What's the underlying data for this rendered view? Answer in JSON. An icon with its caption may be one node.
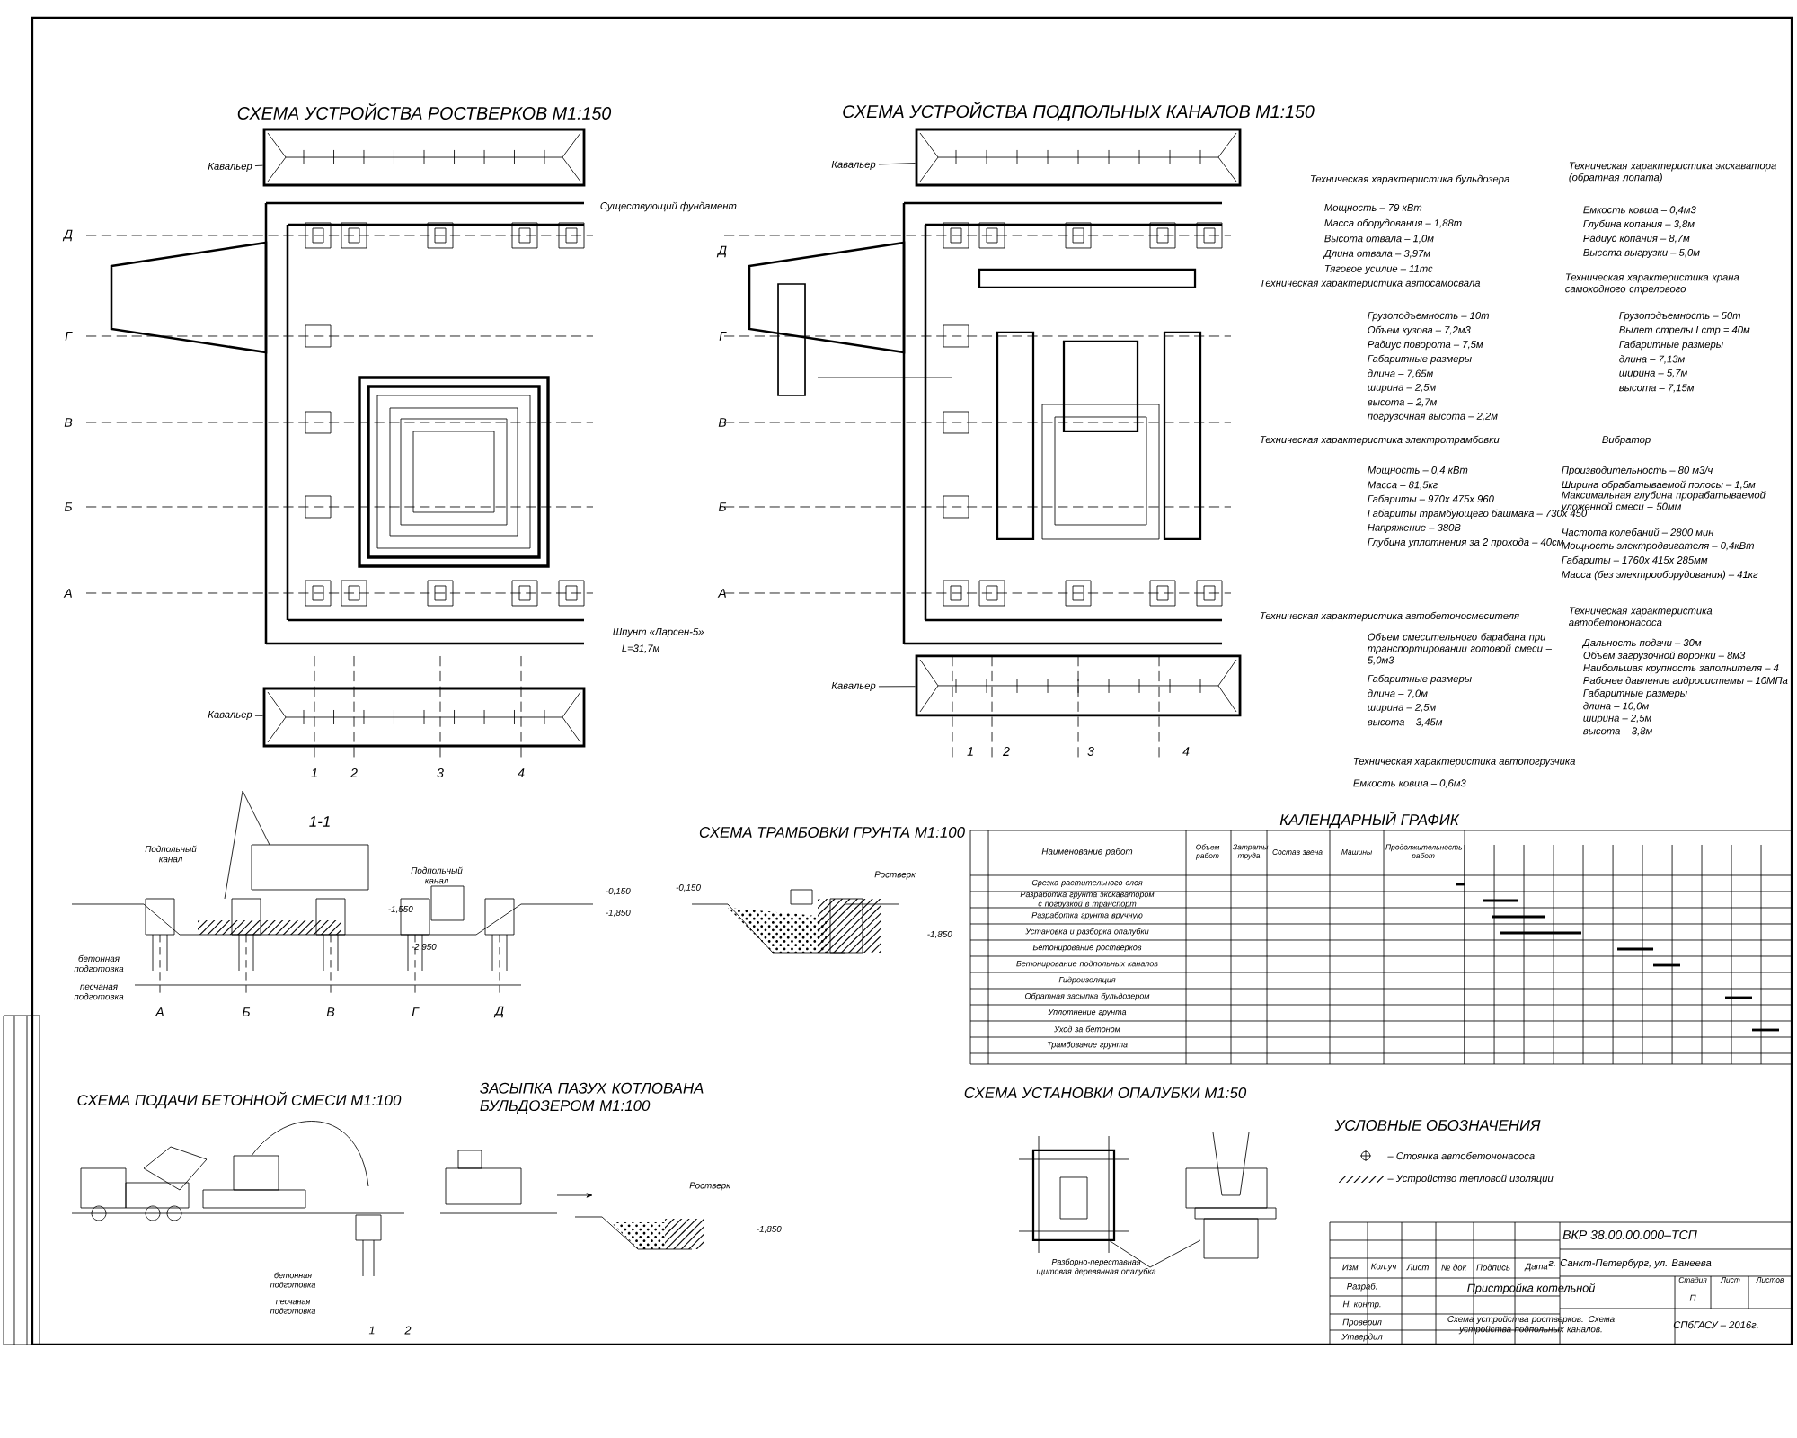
{
  "diagram": {
    "nodes": [
      {
        "text": [],
        "shape": "box"
      },
      {
        "text": [],
        "shape": "box"
      },
      {
        "text": [],
        "shape": "box"
      },
      {
        "text": [],
        "shape": "box"
      },
      {
        "text": [
          "Кавальер"
        ]
      },
      {
        "text": [
          "Кавальер"
        ]
      },
      {
        "text": [
          "Кавальер"
        ]
      },
      {
        "text": [
          "Кавальер"
        ]
      }
    ],
    "edges": [
      {
        "from": 4,
        "to": 0,
        "arrow": "none"
      },
      {
        "from": 5,
        "to": 1,
        "arrow": "none"
      },
      {
        "from": 6,
        "to": 2,
        "arrow": "none"
      },
      {
        "from": 7,
        "to": 3,
        "arrow": "none"
      }
    ],
    "labels": [
      "СХЕМА УСТРОЙСТВА РОСТВЕРКОВ М1:150",
      "СХЕМА УСТРОЙСТВА ПОДПОЛЬНЫХ КАНАЛОВ М1:150",
      "Существующий фундамент",
      "Шпунт «Ларсен-5»",
      "L=31,7м",
      "Д",
      "Г",
      "В",
      "Б",
      "А",
      "1",
      "2",
      "3",
      "4",
      "Д",
      "Г",
      "В",
      "Б",
      "А",
      "1",
      "2",
      "3",
      "4",
      "Техническая характеристика бульдозера",
      "Мощность – 79 кВт",
      "Масса оборудования – 1,88т",
      "Высота отвала – 1,0м",
      "Длина отвала – 3,97м",
      "Тяговое усилие – 11тс",
      "Техническая характеристика экскаватора (обратная лопата)",
      "Емкость ковша – 0,4м3",
      "Глубина копания – 3,8м",
      "Радиус копания – 8,7м",
      "Высота выгрузки – 5,0м",
      "Техническая характеристика автосамосвала",
      "Грузоподъемность – 10т",
      "Объем кузова – 7,2м3",
      "Радиус поворота – 7,5м",
      "Габаритные размеры",
      "длина – 7,65м",
      "ширина – 2,5м",
      "высота – 2,7м",
      "погрузочная высота – 2,2м",
      "Техническая характеристика крана самоходного стрелового",
      "Грузоподъемность – 50т",
      "Вылет стрелы Lстр = 40м",
      "Габаритные размеры",
      "длина – 7,13м",
      "ширина – 5,7м",
      "высота – 7,15м",
      "Техническая характеристика электротрамбовки",
      "Мощность – 0,4 кВт",
      "Масса – 81,5кг",
      "Габариты – 970х 475х 960",
      "Габариты трамбующего башмака – 730х 450",
      "Напряжение – 380В",
      "Глубина уплотнения за 2 прохода – 40см",
      "Вибратор",
      "Производительность – 80 м3/ч",
      "Ширина обрабатываемой полосы – 1,5м",
      "Максимальная глубина прорабатываемой уложенной смеси – 50мм",
      "Частота колебаний – 2800 мин",
      "Мощность электродвигателя – 0,4кВт",
      "Габариты – 1760х 415х 285мм",
      "Масса (без электрооборудования) – 41кг",
      "Техническая характеристика автобетоносмесителя",
      "Объем смесительного барабана при транспортировании готовой смеси – 5,0м3",
      "Габаритные размеры",
      "длина – 7,0м",
      "ширина – 2,5м",
      "высота – 3,45м",
      "Техническая характеристика автобетононасоса",
      "Дальность подачи – 30м",
      "Объем загрузочной воронки – 8м3",
      "Наибольшая крупность заполнителя – 4",
      "Рабочее давление гидросистемы – 10МПа",
      "Габаритные размеры",
      "длина – 10,0м",
      "ширина – 2,5м",
      "высота – 3,8м",
      "Техническая характеристика автопогрузчика",
      "Емкость ковша – 0,6м3",
      "1-1",
      "Подпольный канал",
      "Подпольный канал",
      "бетонная подготовка",
      "песчаная подготовка",
      "-0,150",
      "-1,850",
      "-1,550",
      "-2,950",
      "А",
      "Б",
      "В",
      "Г",
      "Д",
      "СХЕМА ТРАМБОВКИ ГРУНТА М1:100",
      "Ростверк",
      "-0,150",
      "-1,850",
      "КАЛЕНДАРНЫЙ ГРАФИК",
      "Наименование работ",
      "Объем работ",
      "Затраты труда",
      "Состав звена",
      "Машины",
      "Продолжительность работ",
      "Срезка растительного слоя",
      "Разработка грунта экскаватором с погрузкой в транспорт",
      "Разработка грунта вручную",
      "Установка и разборка опалубки",
      "Бетонирование ростверков",
      "Бетонирование подпольных каналов",
      "Гидроизоляция",
      "Обратная засыпка бульдозером",
      "Уплотнение грунта",
      "Уход за бетоном",
      "Трамбование грунта",
      "СХЕМА ПОДАЧИ БЕТОННОЙ СМЕСИ М1:100",
      "бетонная подготовка",
      "песчаная подготовка",
      "1",
      "2",
      "ЗАСЫПКА ПАЗУХ КОТЛОВАНА БУЛЬДОЗЕРОМ М1:100",
      "Ростверк",
      "-1,850",
      "СХЕМА УСТАНОВКИ ОПАЛУБКИ М1:50",
      "Разборно-переставная щитовая деревянная опалубка",
      "УСЛОВНЫЕ ОБОЗНАЧЕНИЯ",
      "ВКР 38.00.00.000–ТСП",
      "г. Санкт-Петербург, ул. Ванеева",
      "Пристройка котельной",
      "Стадия",
      "Лист",
      "Листов",
      "П",
      "Схема устройства ростверков. Схема устройства подпольных каналов.",
      "СПбГАСУ – 2016г.",
      "Изм.",
      "Кол.уч",
      "Лист",
      "№ док",
      "Подпись",
      "Дата",
      "Разраб.",
      "Н. контр.",
      "Проверил",
      "Утвердил"
    ],
    "legend": [
      {
        "text": "– Стоянка автобетононасоса"
      },
      {
        "text": "– Устройство тепловой изоляции"
      }
    ]
  }
}
